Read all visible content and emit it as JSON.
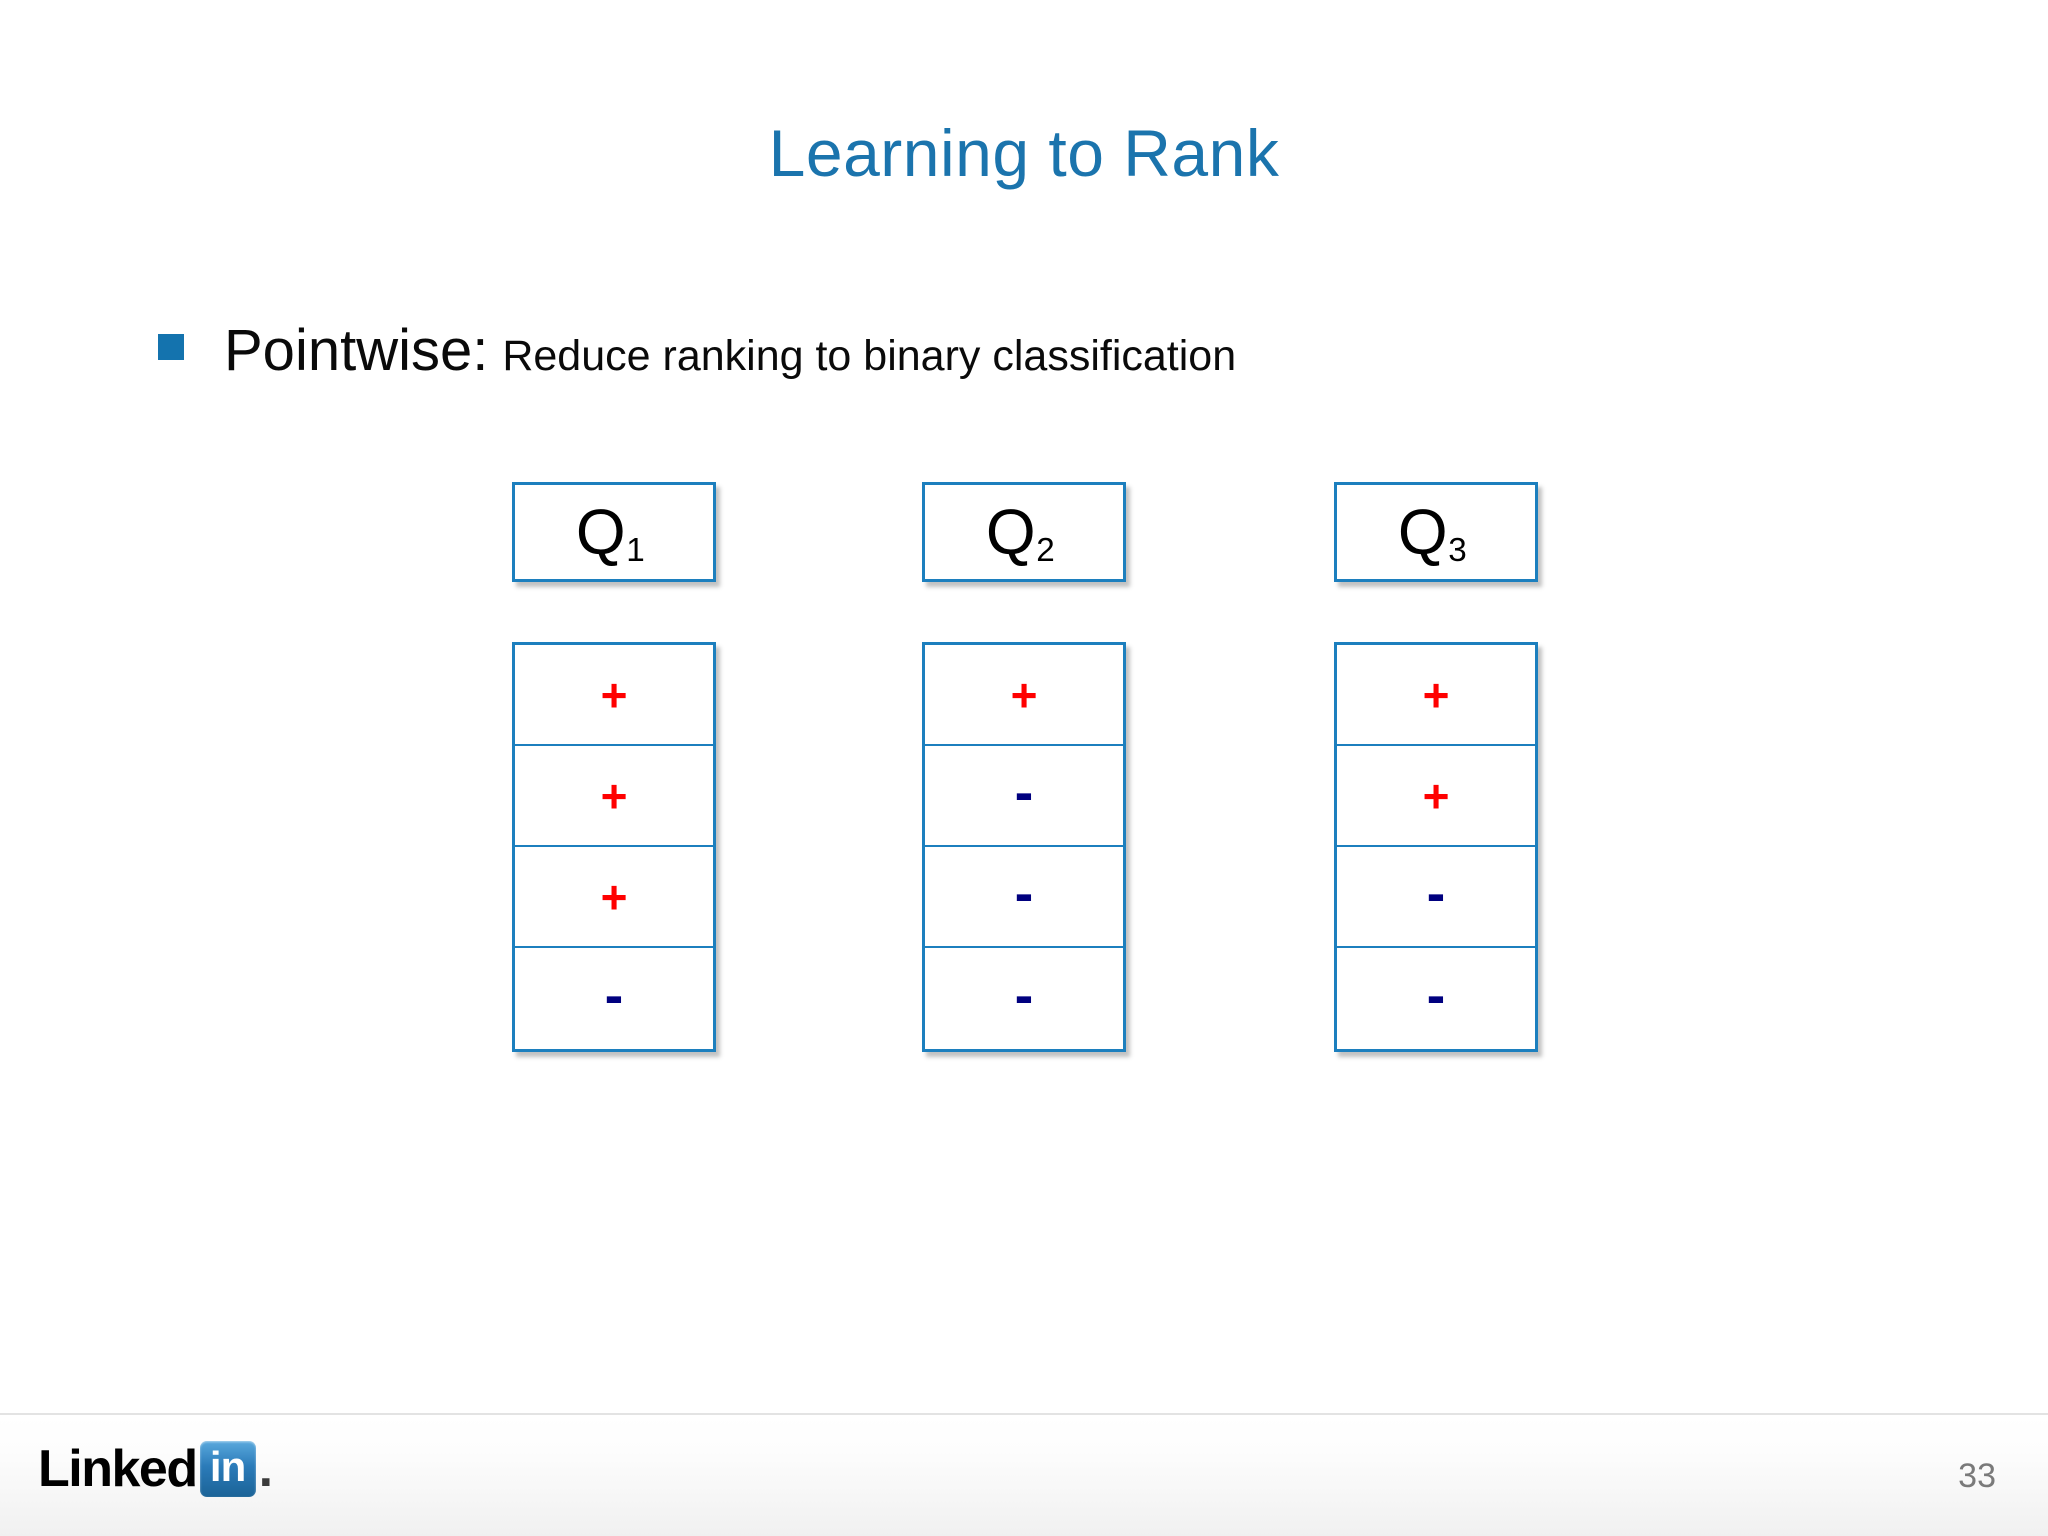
{
  "slide": {
    "title": "Learning to Rank",
    "title_color": "#1b74ad"
  },
  "bullet": {
    "marker_icon": "square-bullet-icon",
    "marker_color": "#1473ae",
    "strong_text": "Pointwise:",
    "rest_text": "Reduce ranking to binary classification"
  },
  "diagram": {
    "border_color": "#1c7fbe",
    "positive_color": "#ff0000",
    "negative_color": "#00007f",
    "positive_symbol": "+",
    "negative_symbol": "-",
    "columns": [
      {
        "header_base": "Q",
        "header_sub": "1",
        "header_full": "Q1",
        "cells": [
          "+",
          "+",
          "+",
          "-"
        ]
      },
      {
        "header_base": "Q",
        "header_sub": "2",
        "header_full": "Q2",
        "cells": [
          "+",
          "-",
          "-",
          "-"
        ]
      },
      {
        "header_base": "Q",
        "header_sub": "3",
        "header_full": "Q3",
        "cells": [
          "+",
          "+",
          "-",
          "-"
        ]
      }
    ]
  },
  "footer": {
    "logo_word": "Linked",
    "logo_badge": "in",
    "logo_dot": ".",
    "page_number": "33"
  }
}
